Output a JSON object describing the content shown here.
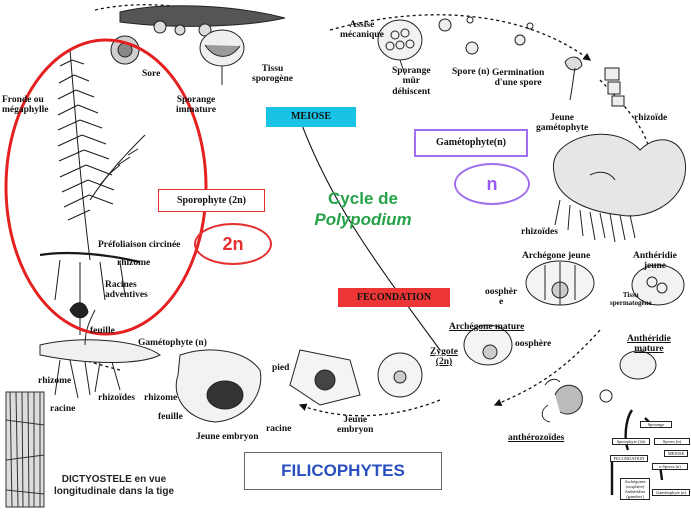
{
  "title": "FILICOPHYTES",
  "cycle_title": {
    "line1": "Cycle de",
    "line2": "Polypodium"
  },
  "boxes": {
    "meiose": "MEIOSE",
    "fecondation": "FECONDATION",
    "gametophyte": "Gamétophyte(n)",
    "sporophyte": "Sporophyte (2n)",
    "n": "n",
    "two_n": "2n"
  },
  "labels": {
    "sore": "Sore",
    "tissu_sporogene": "Tissu\nsporogène",
    "assise_mecanique": "Assise\nmécanique",
    "sporange_immature": "Sporange\nimmature",
    "sporange_mur": "Sporange\nmûr\ndéhiscent",
    "spore": "Spore (n)",
    "germination": "Germination\nd'une spore",
    "jeune_gametophyte": "Jeune\ngamétophyte",
    "rhizoide": "rhizoïde",
    "fronde": "Fronde ou\nmégaphylle",
    "prefoliaison": "Préfoliaison circinée",
    "rhizome1": "rhizome",
    "racines_adventives": "Racines\nadventives",
    "feuille1": "feuille",
    "rhizoides1": "rhizoïdes",
    "archegone_jeune": "Archégone jeune",
    "antheridie_jeune": "Anthéridie\njeune",
    "oosphere1": "oosphèr\ne",
    "tissu_spermatogene": "Tissu\nspermatogène",
    "archegone_mature": "Archégone mature",
    "oosphere2": "oosphère",
    "antheridie_mature": "Anthéridie\nmature",
    "zygote": "Zygote\n(2n)",
    "gametophyte_n": "Gamétophyte (n)",
    "pied": "pied",
    "rhizome2": "rhizome",
    "racine1": "racine",
    "rhizoides2": "rhizoïdes",
    "rhizome3": "rhizome",
    "feuille2": "feuille",
    "jeune_embryon1": "Jeune embryon",
    "racine2": "racine",
    "jeune_embryon2": "Jeune\nembryon",
    "antherozoides": "anthérozoïdes"
  },
  "dictyostele": "DICTYOSTELE en vue\nlongitudinale dans la tige",
  "mini_diagram": {
    "sporange": "Sporange",
    "sporophyte": "Sporophyte (2n)",
    "spores": "Spores (n)",
    "meiose": "MEIOSE",
    "fecondation": "FECONDATION",
    "spores2": "n Spores (n)",
    "archegones": "Archégones\n(oosphère)\nAnthéridies\n(gamètes)",
    "gametophyte": "Gamétophyte (n)"
  },
  "colors": {
    "meiose": "#19c3e6",
    "fecondation": "#ee3535",
    "gametophyte_border": "#a070f0",
    "sporophyte_border": "#e43030",
    "cycle_title": "#27a24a",
    "filicophytes": "#2a4fc0"
  }
}
